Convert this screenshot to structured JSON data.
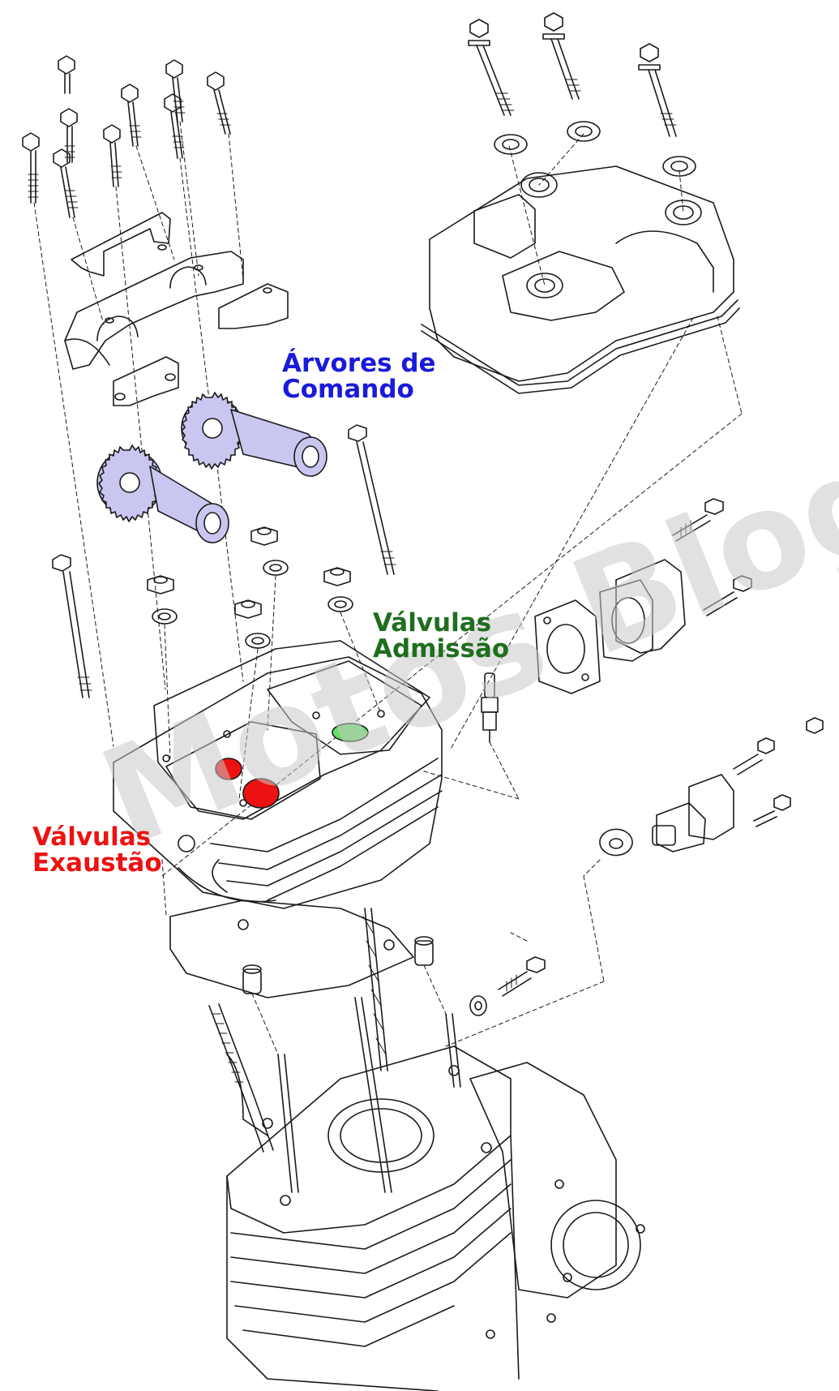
{
  "labels": {
    "camshafts": {
      "line1": "Árvores de",
      "line2": "Comando",
      "color": "#1a1adb"
    },
    "intake_valves": {
      "line1": "Válvulas",
      "line2": "Admissão",
      "color": "#1f6e1f"
    },
    "exhaust_valves": {
      "line1": "Válvulas",
      "line2": "Exaustão",
      "color": "#ee1111"
    }
  },
  "watermark": {
    "text": "Motos Blog",
    "color": "#c8c8c8"
  },
  "colors": {
    "line": "#1a1a1a",
    "camshaft_fill": "#c9c6f0",
    "intake_fill": "#66dd66",
    "exhaust_fill": "#ee1111"
  }
}
